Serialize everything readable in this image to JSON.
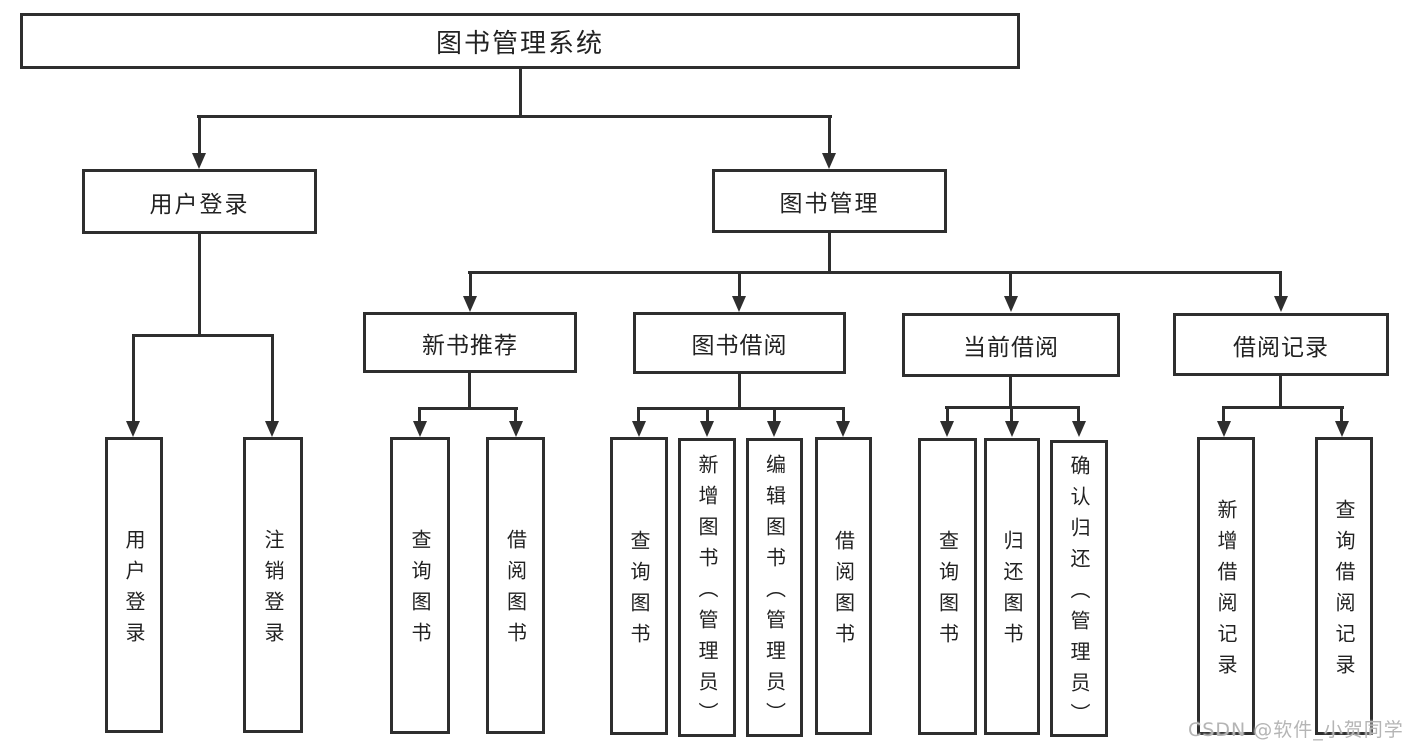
{
  "diagram": {
    "type": "tree-structure-chart",
    "background": "#ffffff",
    "line_color": "#2e2e2e",
    "box_border_color": "#2e2e2e",
    "text_color": "#222222"
  },
  "nodes": {
    "root": {
      "label": "图书管理系统"
    },
    "user_login": {
      "label": "用户登录"
    },
    "book_mgmt": {
      "label": "图书管理"
    },
    "new_book_rec": {
      "label": "新书推荐"
    },
    "book_borrow": {
      "label": "图书借阅"
    },
    "current_borrow": {
      "label": "当前借阅"
    },
    "borrow_record": {
      "label": "借阅记录"
    },
    "leaf_user_login": {
      "label": "用户登录"
    },
    "leaf_logout": {
      "label": "注销登录"
    },
    "leaf_rec_query": {
      "label": "查询图书"
    },
    "leaf_rec_borrow": {
      "label": "借阅图书"
    },
    "leaf_bb_query": {
      "label": "查询图书"
    },
    "leaf_bb_add": {
      "label": "新增图书（管理员）"
    },
    "leaf_bb_edit": {
      "label": "编辑图书（管理员）"
    },
    "leaf_bb_borrow": {
      "label": "借阅图书"
    },
    "leaf_cb_query": {
      "label": "查询图书"
    },
    "leaf_cb_return": {
      "label": "归还图书"
    },
    "leaf_cb_confirm": {
      "label": "确认归还（管理员）"
    },
    "leaf_br_add": {
      "label": "新增借阅记录"
    },
    "leaf_br_query": {
      "label": "查询借阅记录"
    }
  },
  "watermark": {
    "text": "CSDN @软件_小贺同学",
    "color": "#b5b5b5"
  }
}
